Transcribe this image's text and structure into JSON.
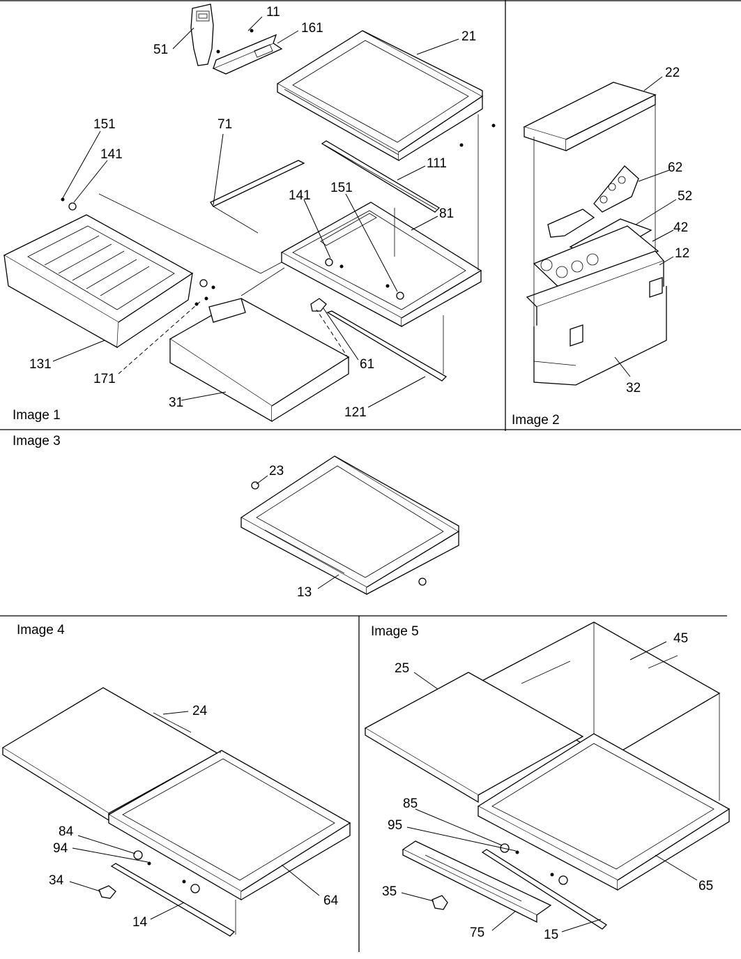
{
  "panels": {
    "image1": {
      "label": "Image 1"
    },
    "image2": {
      "label": "Image 2"
    },
    "image3": {
      "label": "Image 3"
    },
    "image4": {
      "label": "Image 4"
    },
    "image5": {
      "label": "Image 5"
    }
  },
  "callouts": {
    "image1": [
      "11",
      "161",
      "51",
      "21",
      "151",
      "141",
      "71",
      "111",
      "141",
      "151",
      "81",
      "131",
      "171",
      "61",
      "31",
      "121"
    ],
    "image2": [
      "22",
      "62",
      "52",
      "42",
      "12",
      "32"
    ],
    "image3": [
      "23",
      "13"
    ],
    "image4": [
      "24",
      "84",
      "94",
      "34",
      "14",
      "64"
    ],
    "image5": [
      "45",
      "25",
      "85",
      "95",
      "35",
      "75",
      "15",
      "65"
    ]
  }
}
